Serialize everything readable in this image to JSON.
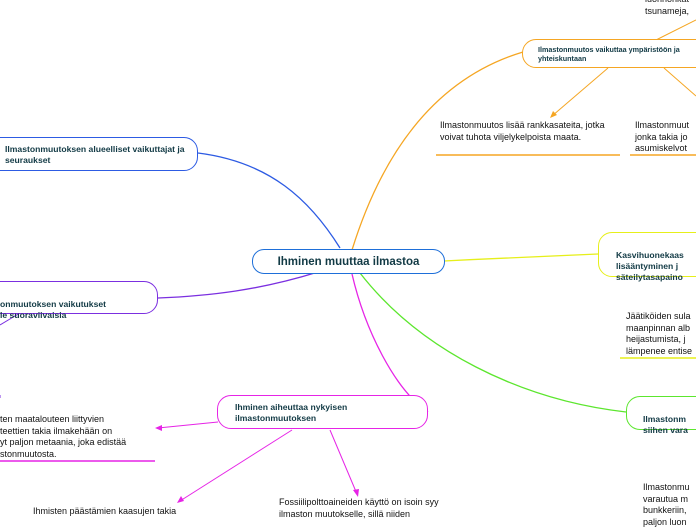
{
  "central": {
    "title": "Ihminen muuttaa ilmastoa"
  },
  "topics": {
    "impact_environment": "Ilmastonmuutos vaikuttaa ympäristöön ja yhteiskuntaan",
    "regional": "Ilmastonmuutoksen alueelliset vaikuttajat ja seuraukset",
    "effects_not_direct": "onmuutoksen vaikutukset\nle suoraviivaisia",
    "greenhouse": "Kasvihuonekaas\nlisääntyminen j\nsäteilytasapaino",
    "preparation": "Ilmastonm\nsiihen vara",
    "human_causes": "Ihminen aiheuttaa nykyisen ilmastonmuutoksen"
  },
  "notes": {
    "top_right": "luonnonkat\ntsunameja,",
    "rain": "Ilmastonmuutos lisää rankkasateita, jotka voivat tuhota viljelykelpoista maata.",
    "living": "Ilmastonmuut\njonka takia jo\nasumiskelvot",
    "glaciers": "Jäätiköiden sula\nmaanpinnan alb\nheijastumista, j\nlämpenee entise",
    "agriculture": "ten maatalouteen liittyvien\nteettien takia ilmakehään on\nyt paljon metaania, joka edistää\nstonmuutosta.",
    "gases": "Ihmisten päästämien kaasujen takia",
    "fossil": "Fossiilipolttoaineiden käyttö on isoin syy ilmaston muutokselle, sillä niiden",
    "bottom_right": "Ilmastonmu\nvarautua m\nbunkkeriin,\npaljon luon"
  },
  "colors": {
    "central_border": "#1e6fd9",
    "orange": "#f5a623",
    "blue": "#2d5be3",
    "purple": "#7b2fe0",
    "yellow": "#e6ef1a",
    "green": "#5ce62e",
    "magenta": "#e624e6",
    "text": "#111111",
    "topic_text_dark": "#123a45"
  }
}
